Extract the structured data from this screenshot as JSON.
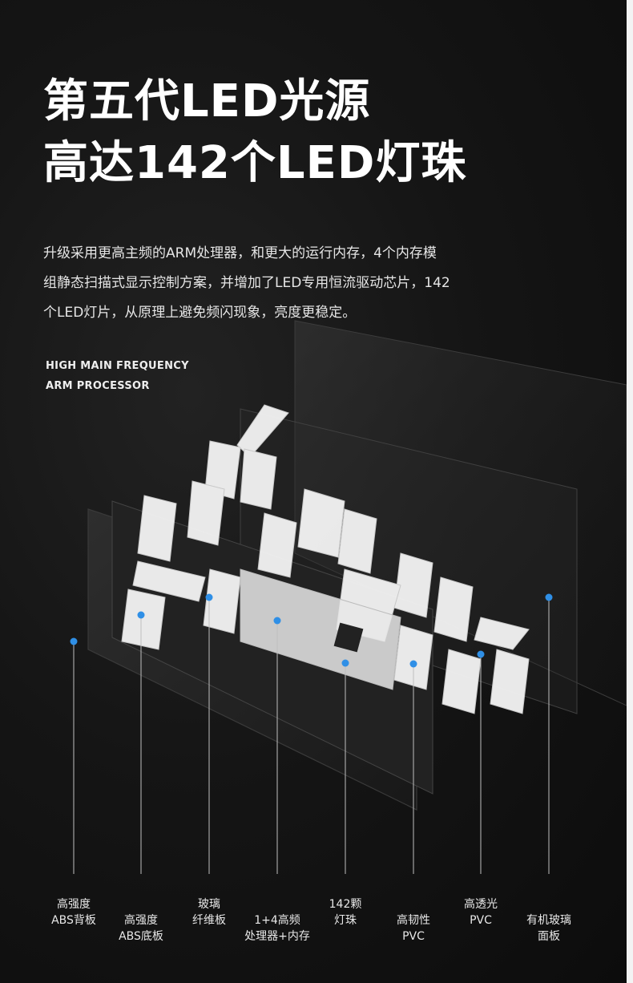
{
  "headline": {
    "line1": "第五代LED光源",
    "line2": "高达142个LED灯珠"
  },
  "description": {
    "lines": [
      "升级采用更高主频的ARM处理器，和更大的运行内存，4个内存模",
      "组静态扫描式显示控制方案，并增加了LED专用恒流驱动芯片，142",
      "个LED灯片，从原理上避免频闪现象，亮度更稳定。"
    ]
  },
  "feature_tag": {
    "line1": "HIGH MAIN FREQUENCY",
    "line2": "ARM PROCESSOR"
  },
  "callouts": [
    {
      "line1": "高强度",
      "line2": "ABS背板"
    },
    {
      "line1": "高强度",
      "line2": "ABS底板"
    },
    {
      "line1": "玻璃",
      "line2": "纤维板"
    },
    {
      "line1": "1+4高频",
      "line2": "处理器+内存"
    },
    {
      "line1": "142颗",
      "line2": "灯珠"
    },
    {
      "line1": "高韧性",
      "line2": "PVC"
    },
    {
      "line1": "高透光",
      "line2": "PVC"
    },
    {
      "line1": "有机玻璃",
      "line2": "面板"
    }
  ],
  "colors": {
    "background": "#121212",
    "marker_dot": "#2f8fe6",
    "segment": "#f2f2f2"
  }
}
